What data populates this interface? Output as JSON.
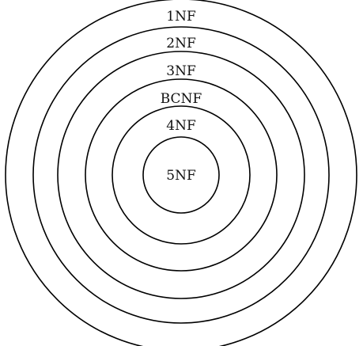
{
  "diagram": {
    "type": "concentric-circles",
    "levels": [
      {
        "label": "1NF"
      },
      {
        "label": "2NF"
      },
      {
        "label": "3NF"
      },
      {
        "label": "BCNF"
      },
      {
        "label": "4NF"
      },
      {
        "label": "5NF"
      }
    ],
    "colors": {
      "stroke": "#000000",
      "text": "#111111",
      "background": "#ffffff"
    }
  }
}
